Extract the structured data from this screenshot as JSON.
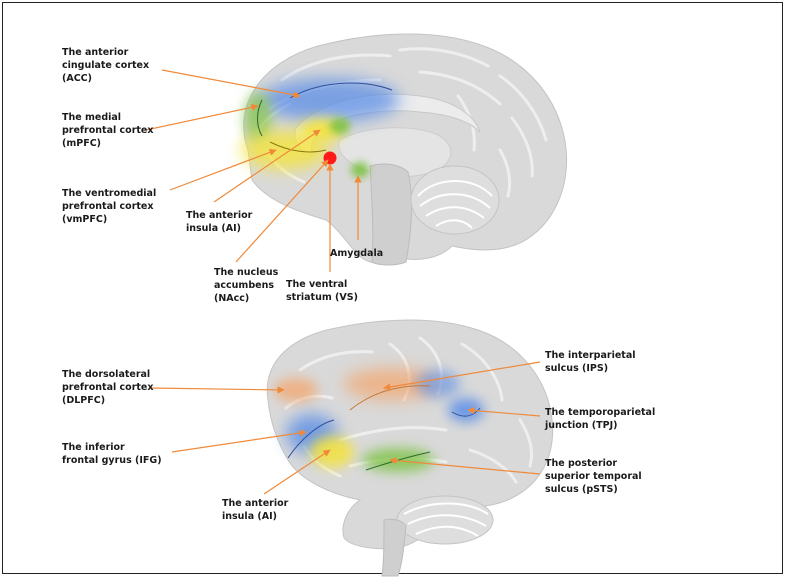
{
  "colors": {
    "arrow": "#f08a3a",
    "blue_region": "#5b8ee6",
    "green_region": "#7cc242",
    "yellow_region": "#f5e43a",
    "orange_region": "#f4a46a",
    "nacc_dot": "#ff1a1a",
    "brain_fill": "#d9d9d9"
  },
  "medial_view": {
    "labels": [
      {
        "lines": [
          "The anterior",
          "cingulate cortex",
          "(ACC)"
        ]
      },
      {
        "lines": [
          "The medial",
          "prefrontal cortex",
          "(mPFC)"
        ]
      },
      {
        "lines": [
          "The ventromedial",
          "prefrontal cortex",
          "(vmPFC)"
        ]
      },
      {
        "lines": [
          "The anterior",
          "insula (AI)"
        ]
      },
      {
        "lines": [
          "The nucleus",
          "accumbens",
          "(NAcc)"
        ]
      },
      {
        "lines": [
          "Amygdala"
        ]
      },
      {
        "lines": [
          "The ventral",
          "striatum (VS)"
        ]
      }
    ]
  },
  "lateral_view": {
    "labels": [
      {
        "lines": [
          "The dorsolateral",
          "prefrontal cortex",
          "(DLPFC)"
        ]
      },
      {
        "lines": [
          "The interparietal",
          "sulcus (IPS)"
        ]
      },
      {
        "lines": [
          "The temporoparietal",
          "junction (TPJ)"
        ]
      },
      {
        "lines": [
          "The inferior",
          "frontal gyrus (IFG)"
        ]
      },
      {
        "lines": [
          "The posterior",
          "superior temporal",
          "sulcus (pSTS)"
        ]
      },
      {
        "lines": [
          "The anterior",
          "insula (AI)"
        ]
      }
    ]
  }
}
